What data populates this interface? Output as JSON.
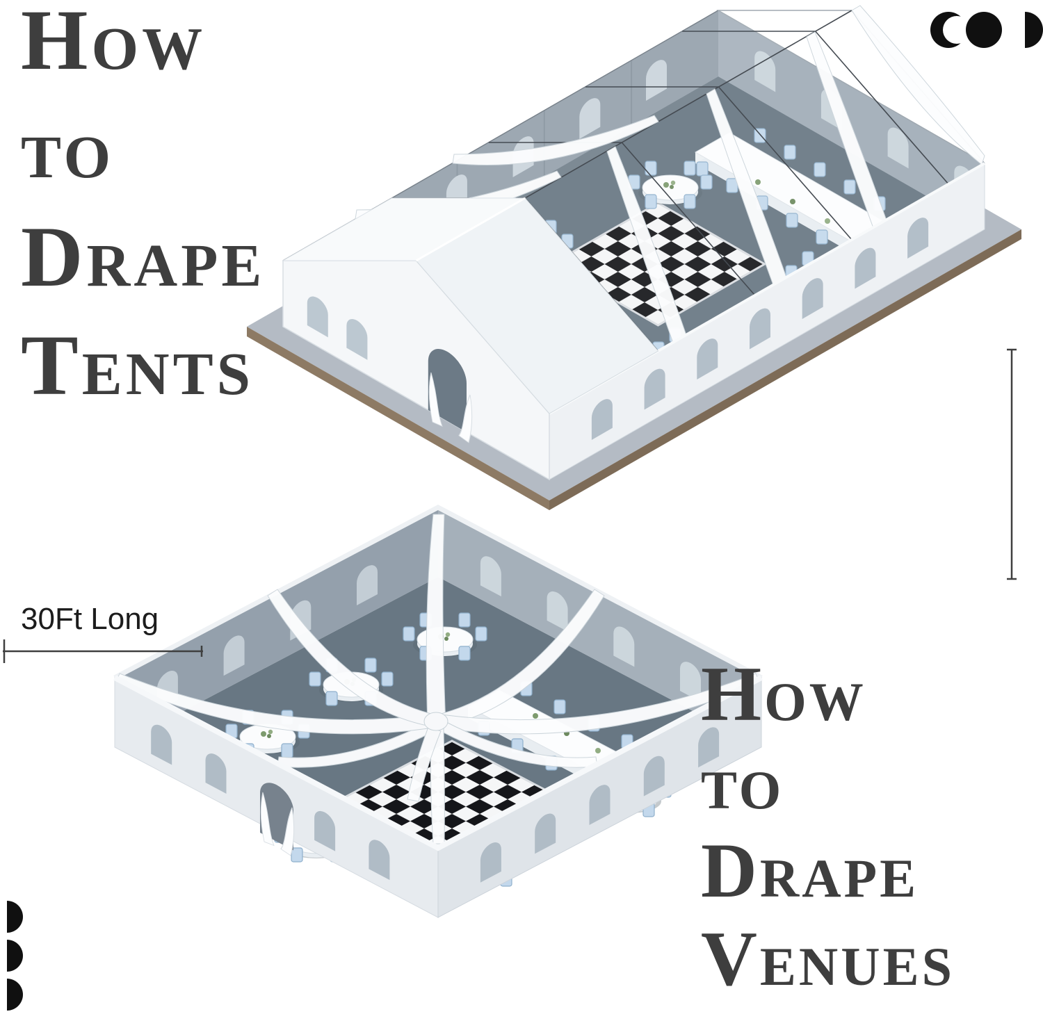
{
  "headings": {
    "tents": {
      "lines": [
        "How",
        "to",
        "Drape",
        "Tents"
      ]
    },
    "venues": {
      "lines": [
        "How",
        "to",
        "Drape",
        "Venues"
      ]
    }
  },
  "dimension": {
    "length_label": "30Ft Long"
  },
  "palette": {
    "heading_text": "#3e3e3e",
    "interior_floor": "#687783",
    "wall_exterior": "#eef1f4",
    "wall_interior": "#8d9aa6",
    "drape_white": "#fcfdfe",
    "chair_blue": "#c3d8ec",
    "checker_black": "#15161a",
    "checker_white": "#f5f6f7",
    "platform_gray": "#b4bbc4",
    "mark_black": "#101010",
    "dimension_line": "#3f3f3f"
  },
  "icons": {
    "top_right_mark": "crescent-and-circle-logo",
    "bottom_left_mark": "stacked-half-disc-logo"
  }
}
